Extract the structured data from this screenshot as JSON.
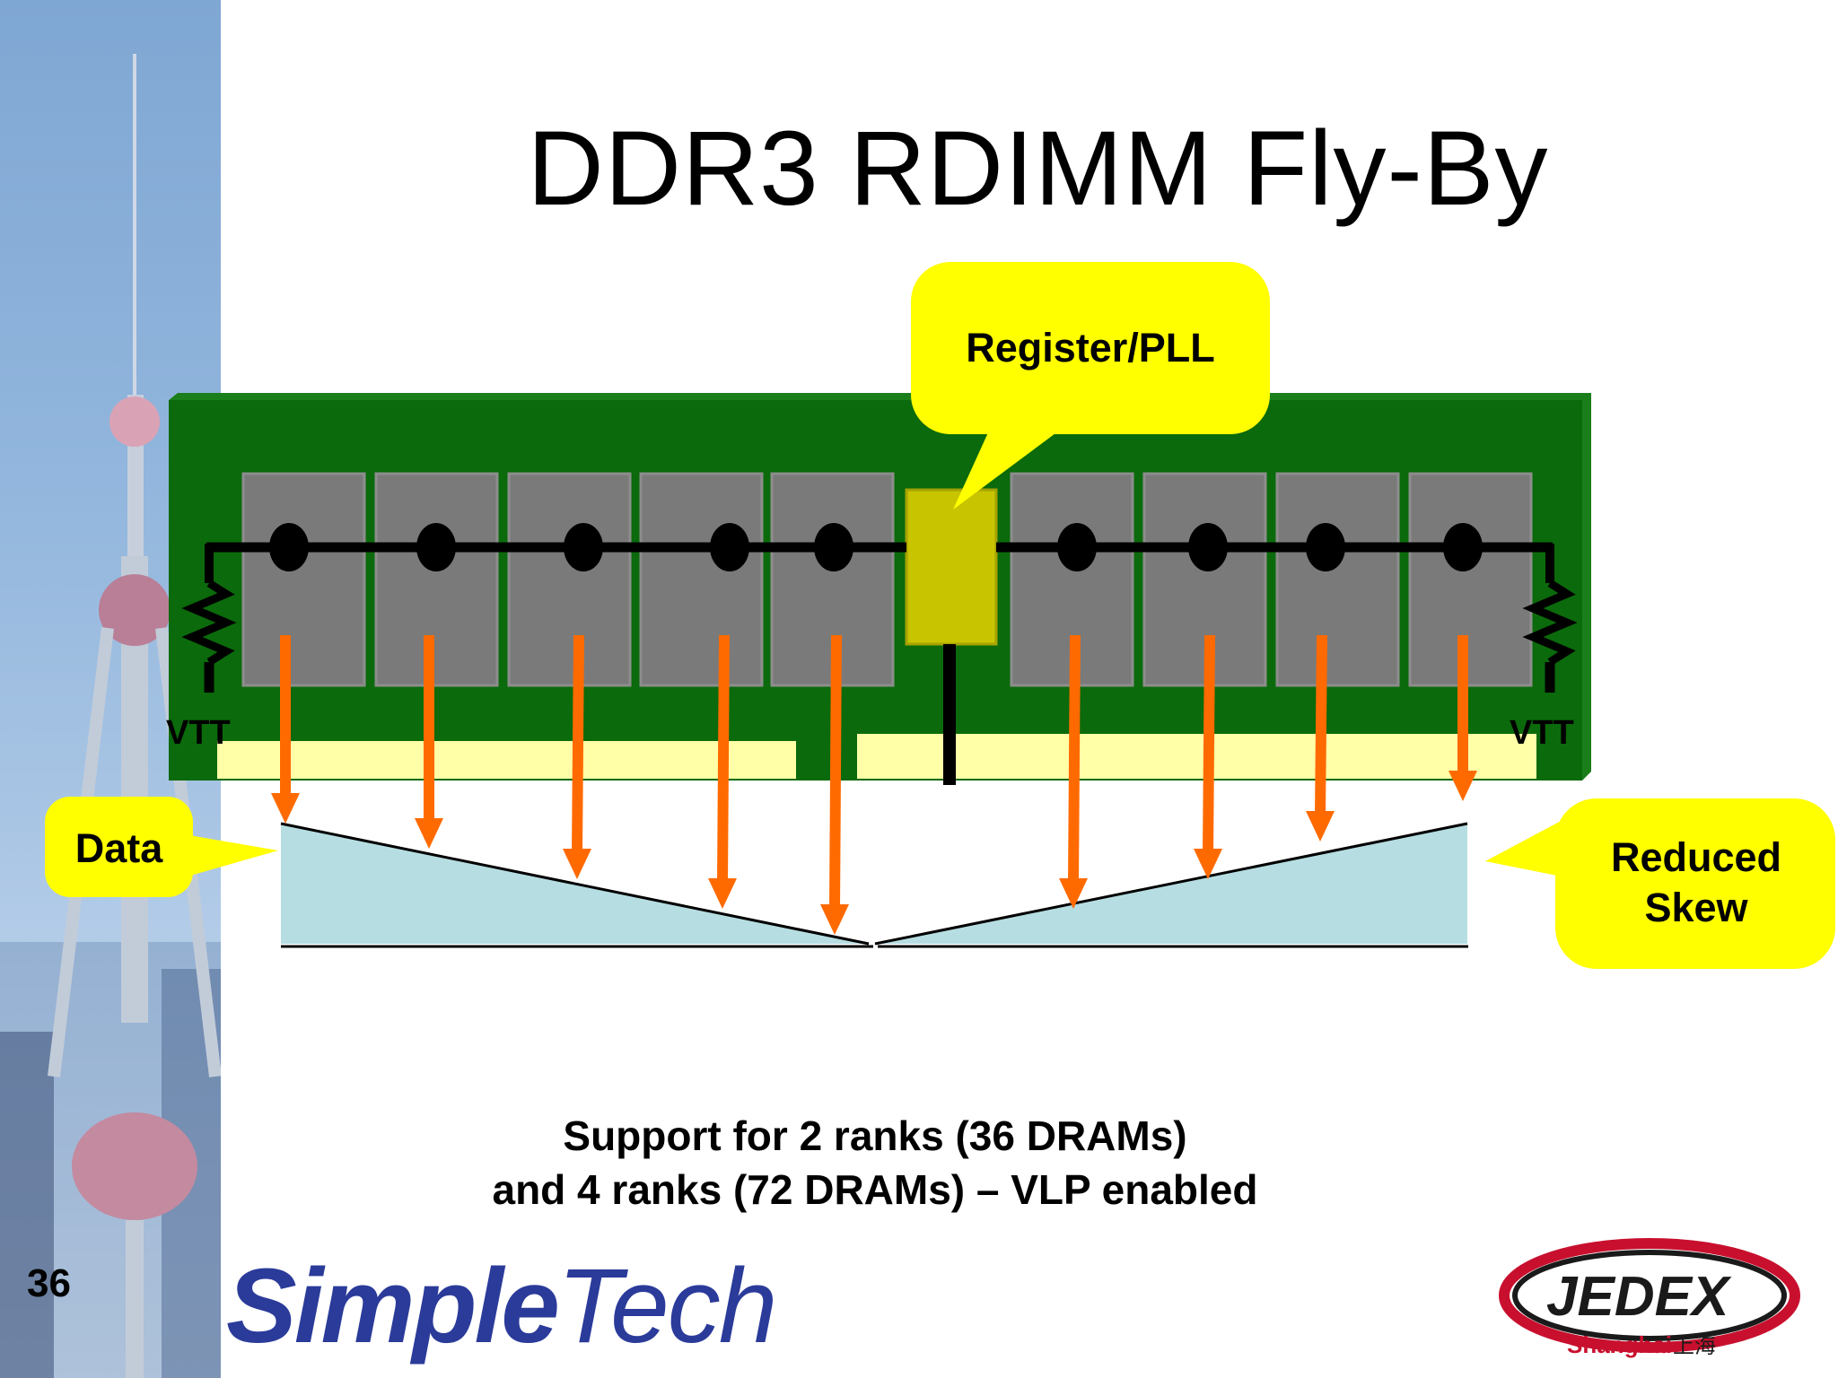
{
  "title": "DDR3 RDIMM Fly-By",
  "callouts": {
    "register": "Register/PLL",
    "data": "Data",
    "reduced_skew_line1": "Reduced",
    "reduced_skew_line2": "Skew"
  },
  "labels": {
    "vtt_left": "VTT",
    "vtt_right": "VTT"
  },
  "caption": {
    "line1": "Support for 2 ranks (36 DRAMs)",
    "line2": "and 4 ranks (72 DRAMs) – VLP enabled"
  },
  "page_number": "36",
  "logos": {
    "simpletech_part1": "Simple",
    "simpletech_part2": "Tech",
    "jedex": "JEDEX",
    "jedex_city": "Shanghai",
    "jedex_city_cn": "上海"
  },
  "colors": {
    "pcb": "#0b6a0b",
    "dram_chip": "#7a7a7a",
    "register_chip": "#c8c400",
    "callout": "#ffff00",
    "arrow": "#ff6a00",
    "skew_fill": "#b6dde2",
    "contacts": "#ffffa8",
    "simpletech_blue": "#2b3b9a",
    "jedex_red": "#c8102e"
  }
}
